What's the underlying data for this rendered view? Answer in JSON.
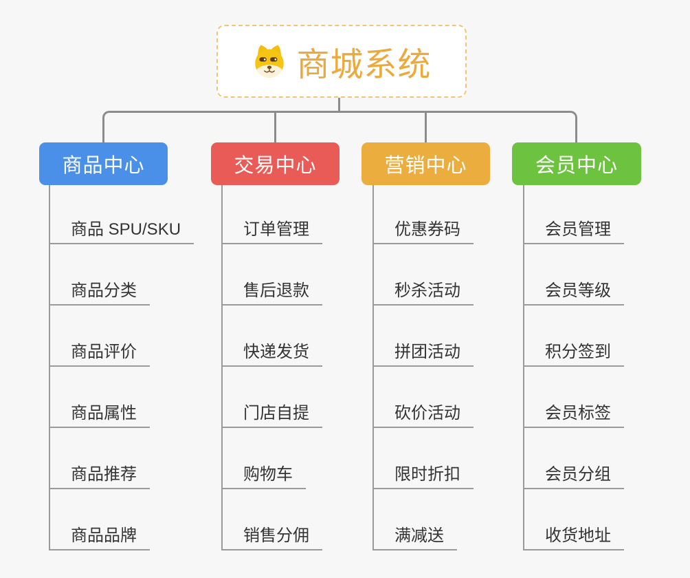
{
  "root": {
    "title": "商城系统",
    "icon": "doge-icon"
  },
  "branches": [
    {
      "id": "product-center",
      "label": "商品中心",
      "color": "#4a90e8",
      "children": [
        "商品 SPU/SKU",
        "商品分类",
        "商品评价",
        "商品属性",
        "商品推荐",
        "商品品牌"
      ]
    },
    {
      "id": "trade-center",
      "label": "交易中心",
      "color": "#e95b57",
      "children": [
        "订单管理",
        "售后退款",
        "快递发货",
        "门店自提",
        "购物车",
        "销售分佣"
      ]
    },
    {
      "id": "marketing-center",
      "label": "营销中心",
      "color": "#ecad3f",
      "children": [
        "优惠券码",
        "秒杀活动",
        "拼团活动",
        "砍价活动",
        "限时折扣",
        "满减送"
      ]
    },
    {
      "id": "member-center",
      "label": "会员中心",
      "color": "#6dc23f",
      "children": [
        "会员管理",
        "会员等级",
        "积分签到",
        "会员标签",
        "会员分组",
        "收货地址"
      ]
    }
  ],
  "colors": {
    "background": "#f7f7f7",
    "root_accent": "#ebaa3e",
    "root_border": "#f2c479",
    "connector": "#8c8c8c",
    "subline": "#9a9a9a",
    "subtopic_text": "#333333"
  }
}
